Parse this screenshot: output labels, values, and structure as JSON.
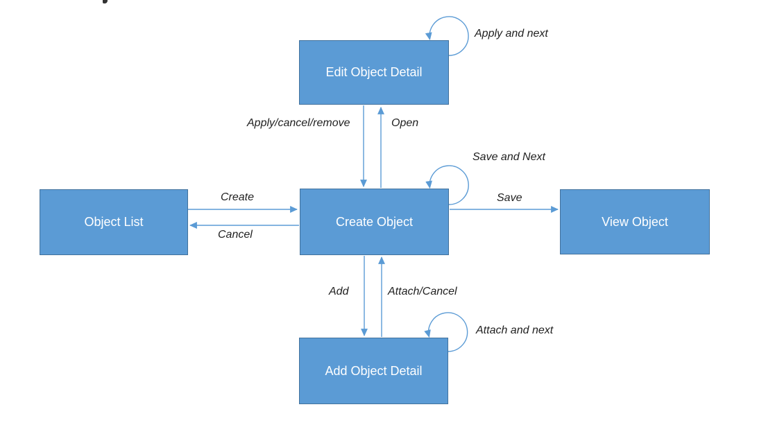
{
  "diagram": {
    "type": "state-flow-diagram",
    "colors": {
      "node_fill": "#5b9bd5",
      "node_border": "#41719c",
      "node_text": "#ffffff",
      "connector": "#5b9bd5",
      "edge_label_text": "#1f1f1f",
      "background": "#ffffff"
    },
    "nodes": [
      {
        "id": "edit-object-detail",
        "label": "Edit Object Detail"
      },
      {
        "id": "object-list",
        "label": "Object List"
      },
      {
        "id": "create-object",
        "label": "Create Object"
      },
      {
        "id": "view-object",
        "label": "View Object"
      },
      {
        "id": "add-object-detail",
        "label": "Add Object Detail"
      }
    ],
    "edges": [
      {
        "id": "create",
        "from": "object-list",
        "to": "create-object",
        "label": "Create"
      },
      {
        "id": "cancel",
        "from": "create-object",
        "to": "object-list",
        "label": "Cancel"
      },
      {
        "id": "open",
        "from": "create-object",
        "to": "edit-object-detail",
        "label": "Open"
      },
      {
        "id": "apply-cancel-remove",
        "from": "edit-object-detail",
        "to": "create-object",
        "label": "Apply/cancel/remove"
      },
      {
        "id": "save",
        "from": "create-object",
        "to": "view-object",
        "label": "Save"
      },
      {
        "id": "add",
        "from": "create-object",
        "to": "add-object-detail",
        "label": "Add"
      },
      {
        "id": "attach-cancel",
        "from": "add-object-detail",
        "to": "create-object",
        "label": "Attach/Cancel"
      }
    ],
    "self_loops": [
      {
        "id": "apply-and-next",
        "node": "edit-object-detail",
        "label": "Apply and next"
      },
      {
        "id": "save-and-next",
        "node": "create-object",
        "label": "Save and Next"
      },
      {
        "id": "attach-and-next",
        "node": "add-object-detail",
        "label": "Attach and next"
      }
    ]
  }
}
